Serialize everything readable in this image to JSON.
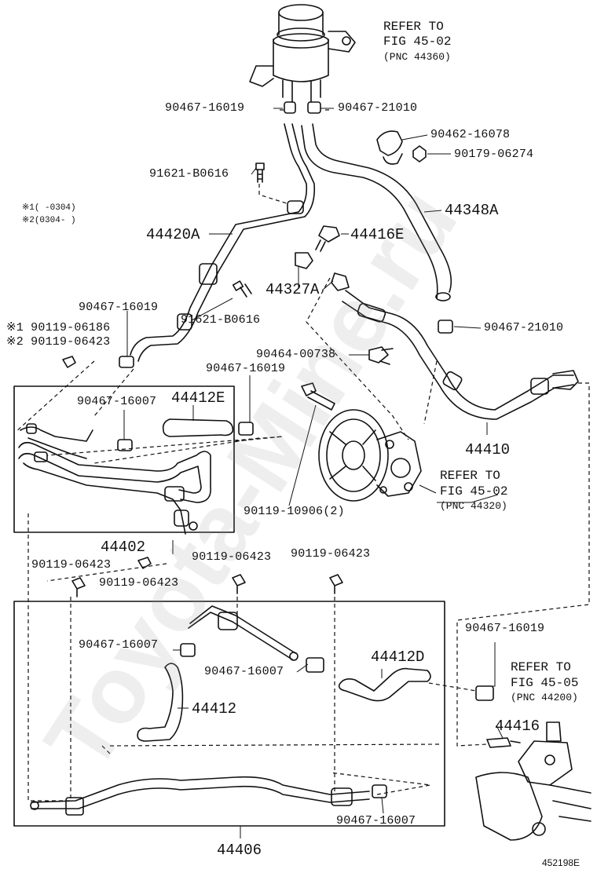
{
  "watermark": "Toyota-Mine.ru",
  "figure_code": "452198E",
  "notes": {
    "note1": "※1(    -0304)",
    "note2": "※2(0304-    )"
  },
  "references": [
    {
      "line1": "REFER TO",
      "line2": "FIG 45-02",
      "pnc": "(PNC 44360)"
    },
    {
      "line1": "REFER TO",
      "line2": "FIG 45-02",
      "pnc": "(PNC 44320)"
    },
    {
      "line1": "REFER TO",
      "line2": "FIG 45-05",
      "pnc": "(PNC 44200)"
    }
  ],
  "parts": {
    "p_90467_16019_top": "90467-16019",
    "p_90467_21010_top": "90467-21010",
    "p_90462_16078": "90462-16078",
    "p_90179_06274": "90179-06274",
    "p_91621_b0616_top": "91621-B0616",
    "p_44348a": "44348A",
    "p_44420a": "44420A",
    "p_44416e": "44416E",
    "p_44327a": "44327A",
    "p_91621_b0616_mid": "91621-B0616",
    "p_90467_16019_left": "90467-16019",
    "p_90119_06186": "※1 90119-06186",
    "p_90119_06423_note": "※2 90119-06423",
    "p_90467_21010_mid": "90467-21010",
    "p_90464_00738": "90464-00738",
    "p_90467_16019_mid": "90467-16019",
    "p_90467_16007_a": "90467-16007",
    "p_44412e": "44412E",
    "p_44410": "44410",
    "p_90119_10906": "90119-10906(2)",
    "p_44402": "44402",
    "p_90119_06423_a": "90119-06423",
    "p_90119_06423_b": "90119-06423",
    "p_90119_06423_c": "90119-06423",
    "p_90119_06423_d": "90119-06423",
    "p_90467_16007_b": "90467-16007",
    "p_90467_16007_c": "90467-16007",
    "p_44412d": "44412D",
    "p_90467_16019_right": "90467-16019",
    "p_44412": "44412",
    "p_44416": "44416",
    "p_90467_16007_d": "90467-16007",
    "p_44406": "44406"
  },
  "colors": {
    "line": "#111111",
    "watermark": "#9a9a9a",
    "background": "#ffffff"
  }
}
